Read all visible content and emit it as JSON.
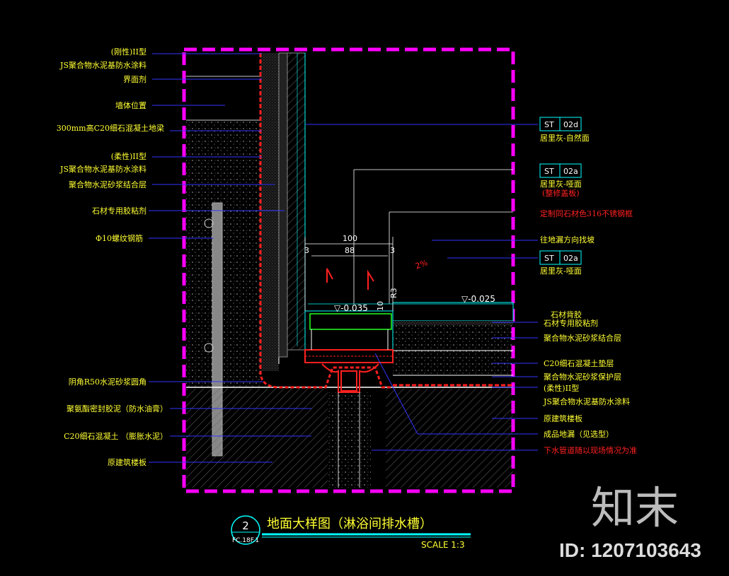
{
  "left_labels": [
    {
      "id": "l1",
      "lines": [
        "(刚性)II型",
        "JS聚合物水泥基防水涂料"
      ]
    },
    {
      "id": "l2",
      "lines": [
        "界面剂"
      ]
    },
    {
      "id": "l3",
      "lines": [
        "墙体位置"
      ]
    },
    {
      "id": "l4",
      "lines": [
        "300mm高C20细石混凝土地梁"
      ]
    },
    {
      "id": "l5",
      "lines": [
        "(柔性)II型",
        "JS聚合物水泥基防水涂料"
      ]
    },
    {
      "id": "l6",
      "lines": [
        "聚合物水泥砂浆结合层"
      ]
    },
    {
      "id": "l7",
      "lines": [
        "石材专用胶粘剂"
      ]
    },
    {
      "id": "l8",
      "lines": [
        "Φ10螺纹钢筋"
      ]
    },
    {
      "id": "l9",
      "lines": [
        "阴角R50水泥砂浆圆角"
      ]
    },
    {
      "id": "l10",
      "lines": [
        "聚氨酯密封胶泥（防水油膏）"
      ]
    },
    {
      "id": "l11",
      "lines": [
        "C20细石混凝土 （膨胀水泥）"
      ]
    },
    {
      "id": "l12",
      "lines": [
        "原建筑楼板"
      ]
    }
  ],
  "right_tags": [
    {
      "code_a": "ST",
      "code_b": "02d",
      "desc": "居里灰-自然面",
      "desc2": ""
    },
    {
      "code_a": "ST",
      "code_b": "02a",
      "desc": "居里灰-哑面",
      "desc2": "(整修盖板)"
    },
    {
      "code_a": "ST",
      "code_b": "02a",
      "desc": "居里灰-哑面",
      "desc2": ""
    }
  ],
  "right_labels": {
    "steel": "定制同石材色316不锈钢框",
    "slope": "往地漏方向找坡",
    "stone_back": "石材背胶",
    "stone_glue": "石材专用胶粘剂",
    "mortar_bond": "聚合物水泥砂浆结合层",
    "c20_pad": "C20细石混凝土垫层",
    "mortar_protect": "聚合物水泥砂浆保护层",
    "flex1": "(柔性)II型",
    "flex2": "JS聚合物水泥基防水涂料",
    "slab": "原建筑楼板",
    "drain": "成品地漏（见选型）",
    "pipe": "下水管道随以现场情况为准"
  },
  "dimensions": {
    "d100": "100",
    "d88": "88",
    "d3a": "3",
    "d3b": "3",
    "r3": "R3",
    "d10": "10",
    "level1": "▽-0.035",
    "level2": "▽-0.025",
    "slope": "2%"
  },
  "title": {
    "number": "2",
    "ref": "FC.18F.1",
    "text": "地面大样图（淋浴间排水槽）",
    "scale": "SCALE 1:3"
  },
  "watermark": {
    "logo": "知末",
    "id": "ID: 1207103643"
  },
  "colors": {
    "magenta": "#ff00ff",
    "yellow": "#ffff33",
    "red": "#ff2020",
    "cyan": "#00ffff",
    "blue": "#3333ff",
    "white": "#ffffff",
    "green": "#22ff22"
  }
}
